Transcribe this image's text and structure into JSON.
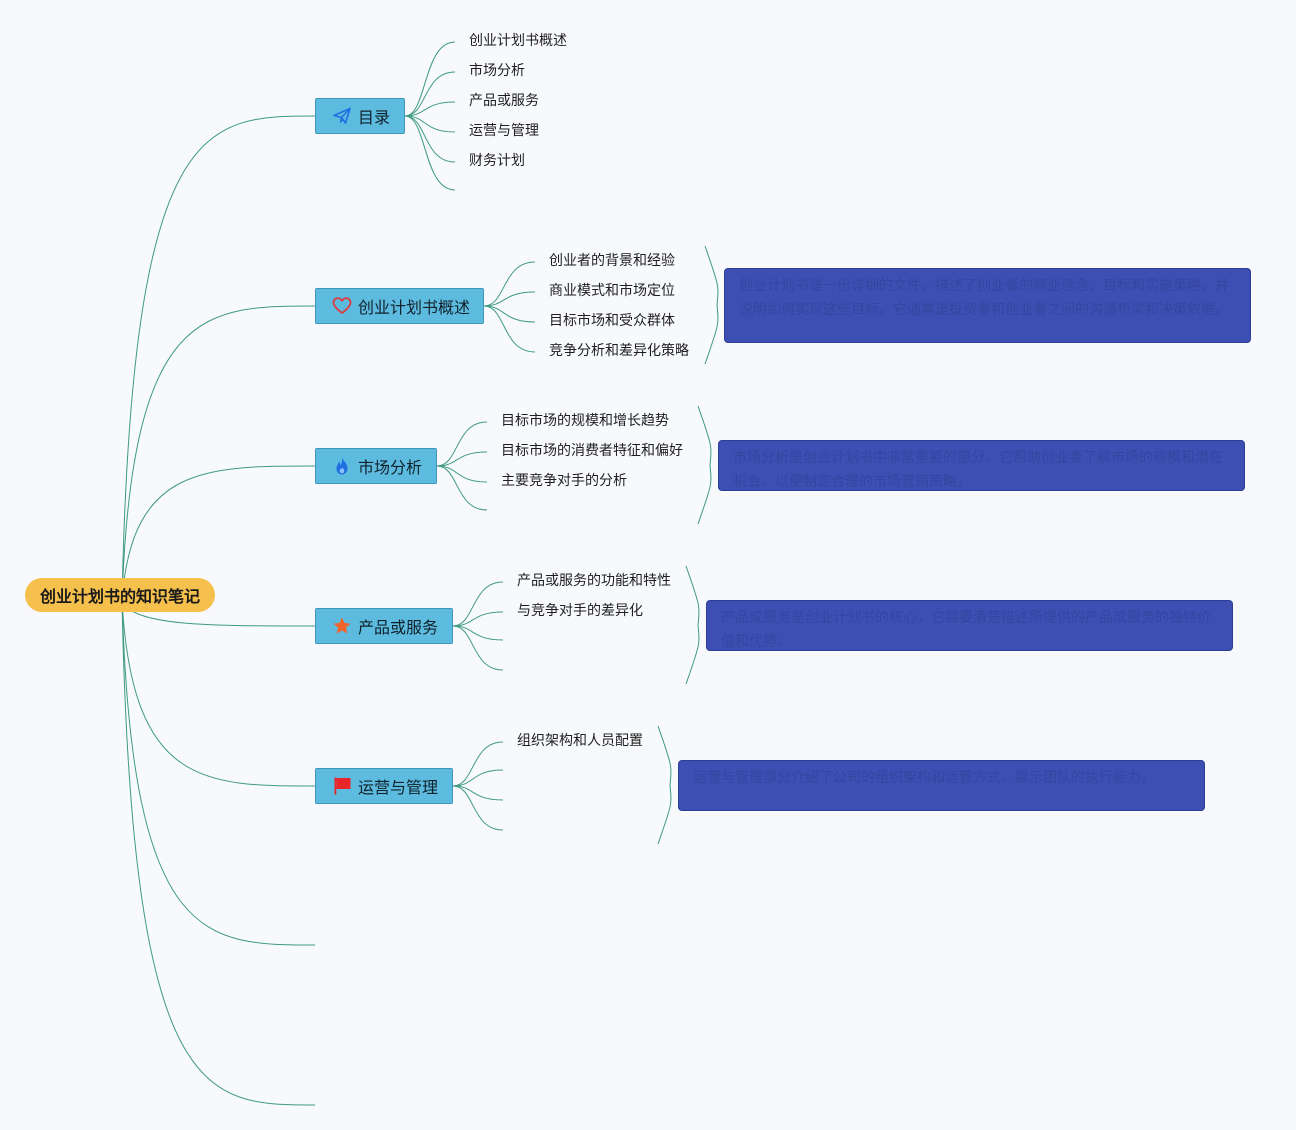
{
  "root": {
    "label": "创业计划书的知识笔记"
  },
  "branches": [
    {
      "id": "toc",
      "label": "目录",
      "icon": "paper-plane-icon",
      "icon_color": "#1f6fe0",
      "children": [
        "创业计划书概述",
        "市场分析",
        "产品或服务",
        "运营与管理",
        "财务计划"
      ]
    },
    {
      "id": "overview",
      "label": "创业计划书概述",
      "icon": "heart-icon",
      "icon_color": "#e03a3a",
      "children": [
        "创业者的背景和经验",
        "商业模式和市场定位",
        "目标市场和受众群体",
        "竞争分析和差异化策略"
      ],
      "note": "创业计划书是一份详细的文件，描述了创业者的商业理念、目标和实施策略，并说明如何实现这些目标。它通常是投资者和创业者之间的沟通桥梁和决策依据。"
    },
    {
      "id": "market",
      "label": "市场分析",
      "icon": "fire-icon",
      "icon_color": "#1f6fe0",
      "children": [
        "目标市场的规模和增长趋势",
        "目标市场的消费者特征和偏好",
        "主要竞争对手的分析"
      ],
      "note": "市场分析是创业计划书中非常重要的部分，它帮助创业者了解市场的规模和潜在机会，以便制定合理的市场营销策略。"
    },
    {
      "id": "product",
      "label": "产品或服务",
      "icon": "star-icon",
      "icon_color": "#f0642c",
      "children": [
        "产品或服务的功能和特性",
        "与竞争对手的差异化"
      ],
      "note": "产品或服务是创业计划书的核心，它需要清楚描述所提供的产品或服务的独特价值和优势。"
    },
    {
      "id": "operations",
      "label": "运营与管理",
      "icon": "flag-icon",
      "icon_color": "#e8262a",
      "children": [
        "组织架构和人员配置"
      ],
      "note": "运营与管理部分介绍了公司的组织架构和运营方式，展示团队的执行能力。"
    }
  ]
}
